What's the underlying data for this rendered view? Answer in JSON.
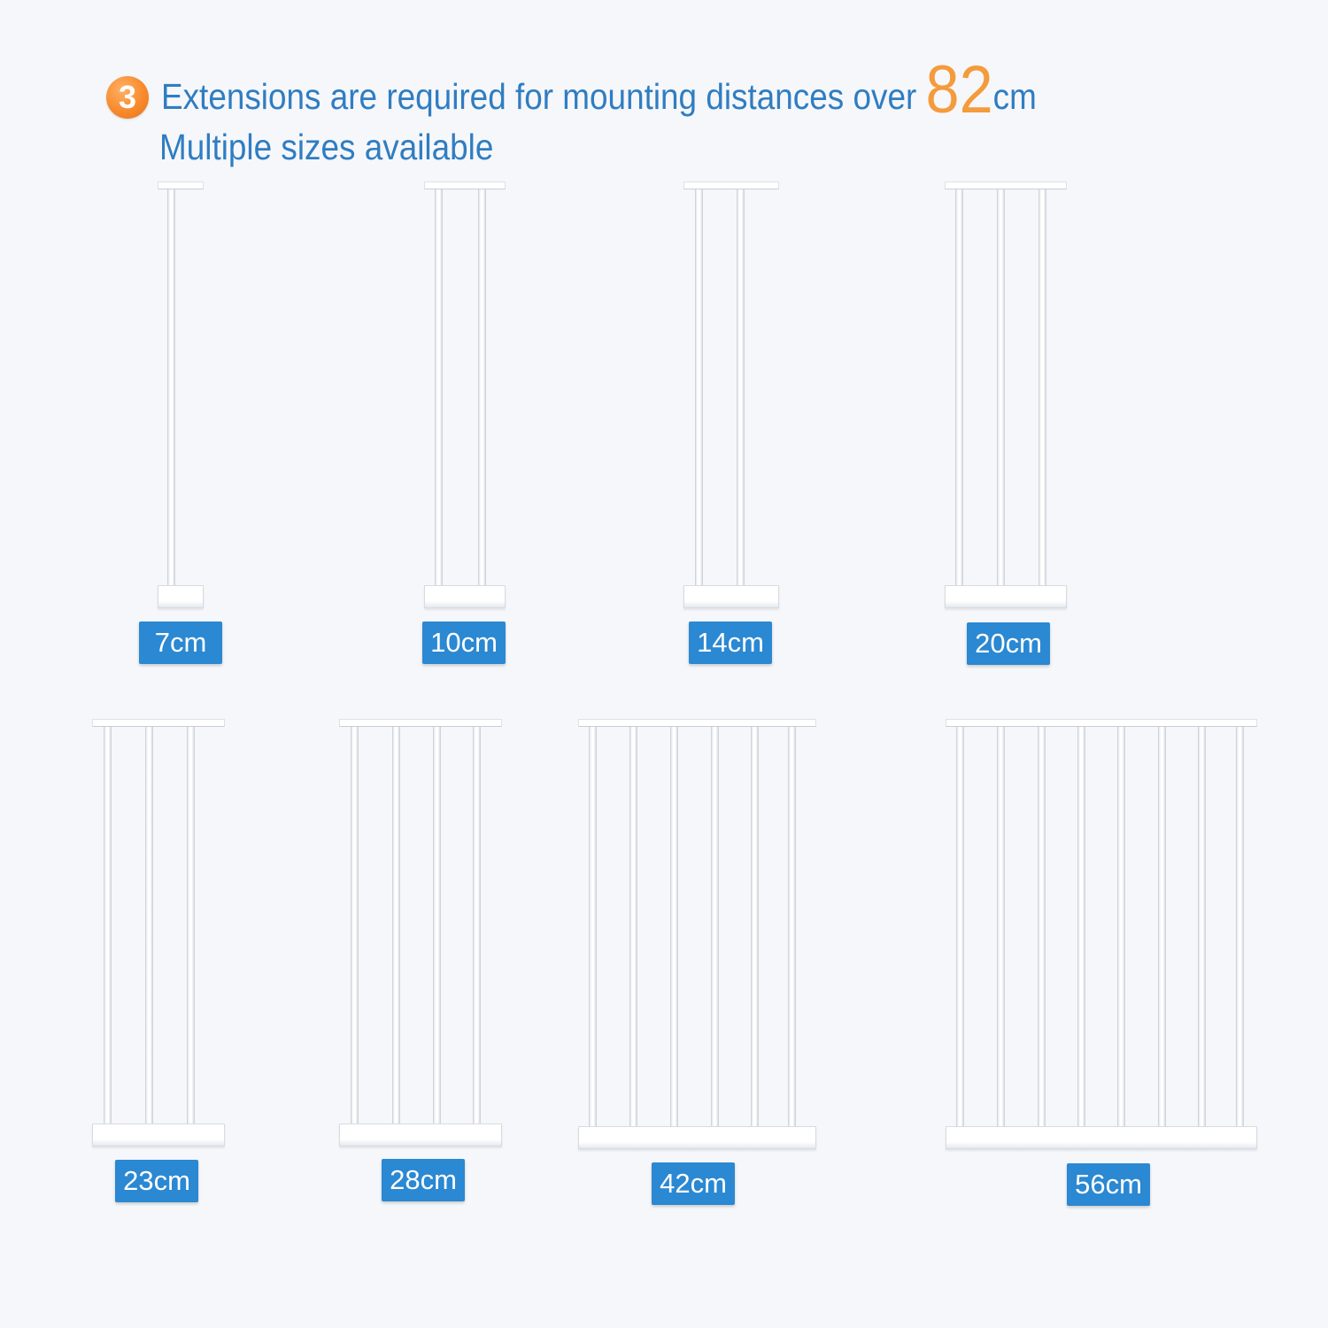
{
  "heading": {
    "badge_number": "3",
    "line_1_text": "Extensions are required for mounting distances over",
    "line_1_number": "82",
    "line_1_unit": "cm",
    "line_2_text": "Multiple sizes available",
    "accent_color": "#f49b3c",
    "text_color": "#2f7dc2"
  },
  "label_color": "#2b88d2",
  "extensions": [
    {
      "label": "7cm",
      "bars": 1
    },
    {
      "label": "10cm",
      "bars": 2
    },
    {
      "label": "14cm",
      "bars": 2
    },
    {
      "label": "20cm",
      "bars": 3
    },
    {
      "label": "23cm",
      "bars": 3
    },
    {
      "label": "28cm",
      "bars": 4
    },
    {
      "label": "42cm",
      "bars": 6
    },
    {
      "label": "56cm",
      "bars": 8
    }
  ]
}
